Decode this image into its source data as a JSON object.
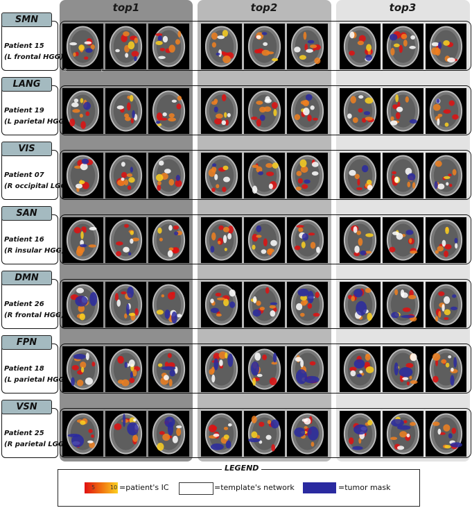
{
  "columns": [
    "top1",
    "top2",
    "top3"
  ],
  "orientation": {
    "right": "R",
    "left": "L"
  },
  "rows": [
    {
      "network": "SMN",
      "patient": "Patient 15",
      "diagnosis": "(L frontal HGG)"
    },
    {
      "network": "LANG",
      "patient": "Patient 19",
      "diagnosis": "(L parietal HGG)"
    },
    {
      "network": "VIS",
      "patient": "Patient 07",
      "diagnosis": "(R occipital LGG)"
    },
    {
      "network": "SAN",
      "patient": "Patient 16",
      "diagnosis": "(R insular HGG)"
    },
    {
      "network": "DMN",
      "patient": "Patient 26",
      "diagnosis": "(R frontal HGG)"
    },
    {
      "network": "FPN",
      "patient": "Patient 18",
      "diagnosis": "(L parietal HGG)"
    },
    {
      "network": "VSN",
      "patient": "Patient 25",
      "diagnosis": "(R parietal LGG)"
    }
  ],
  "legend": {
    "title": "LEGEND",
    "scale_min": "5",
    "scale_max": "10",
    "ic_label": "=patient's IC",
    "template_label": "=template's network",
    "tumor_label": "=tumor mask"
  },
  "colors": {
    "ic_low": "#e01010",
    "ic_high": "#fbd020",
    "template": "#ffffff",
    "tumor": "#2a2aa0",
    "tag_bg": "#a4bac0"
  }
}
